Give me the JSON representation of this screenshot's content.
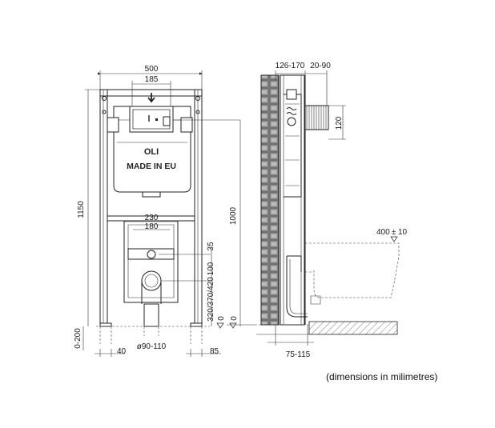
{
  "front": {
    "width": "500",
    "top_centre": "185",
    "height": "1150",
    "outlet_height": "1000",
    "inner_230": "230",
    "inner_180": "180",
    "dim_35": "35",
    "dim_100": "100",
    "drain_heights": "320/370/420",
    "zero": "0",
    "foot_range": "0-200",
    "foot_40": "40",
    "pipe": "ø90-110",
    "foot_85": "85",
    "logo": "OLI",
    "made_in": "MADE IN EU"
  },
  "side": {
    "depth": "126-170",
    "offset": "20-90",
    "pipe_120": "120",
    "bowl": "400",
    "bowl_tol": "±",
    "bowl_tol_val": "10",
    "floor_offset": "75-115"
  },
  "note": "(dimensions in milimetres)",
  "colors": {
    "line": "#222222",
    "tile": "#555555",
    "floor_hatch": "#444444"
  }
}
